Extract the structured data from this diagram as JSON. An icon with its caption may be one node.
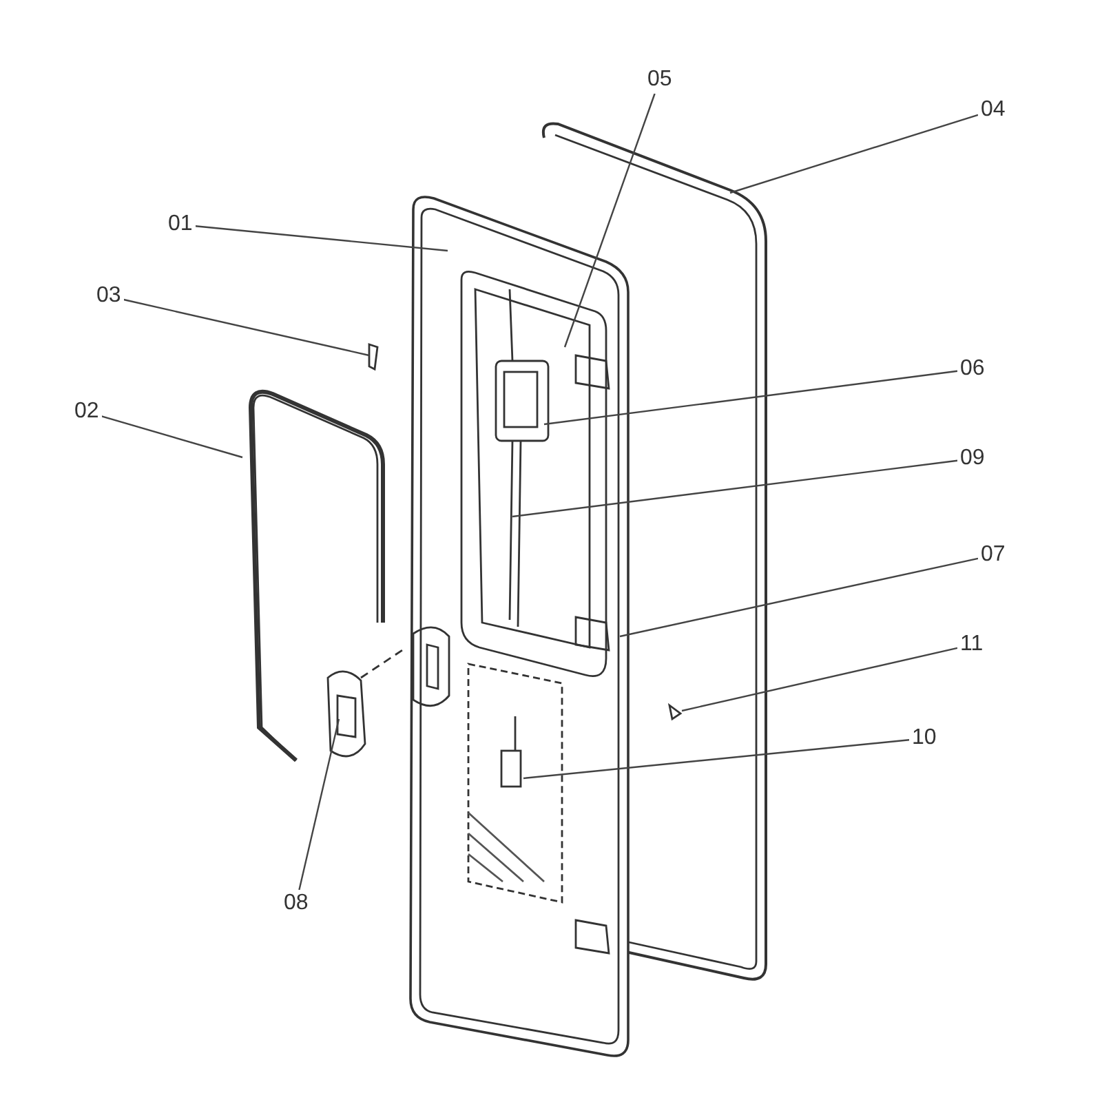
{
  "diagram": {
    "nodes": [
      {
        "text": [
          "05"
        ]
      },
      {
        "text": [
          "04"
        ]
      },
      {
        "text": [
          "01"
        ]
      },
      {
        "text": [
          "03"
        ]
      },
      {
        "text": [
          "06"
        ]
      },
      {
        "text": [
          "02"
        ]
      },
      {
        "text": [
          "09"
        ]
      },
      {
        "text": [
          "07"
        ]
      },
      {
        "text": [
          "11"
        ]
      },
      {
        "text": [
          "10"
        ]
      },
      {
        "text": [
          "08"
        ]
      }
    ],
    "edges": [
      {
        "from": 0,
        "to": null,
        "arrow": "none"
      },
      {
        "from": 1,
        "to": null,
        "arrow": "none"
      },
      {
        "from": 2,
        "to": null,
        "arrow": "none"
      },
      {
        "from": 3,
        "to": null,
        "arrow": "none"
      },
      {
        "from": 4,
        "to": null,
        "arrow": "none"
      },
      {
        "from": 5,
        "to": null,
        "arrow": "none"
      },
      {
        "from": 6,
        "to": null,
        "arrow": "none"
      },
      {
        "from": 7,
        "to": null,
        "arrow": "none"
      },
      {
        "from": 8,
        "to": null,
        "arrow": "none"
      },
      {
        "from": 9,
        "to": null,
        "arrow": "none"
      },
      {
        "from": 10,
        "to": null,
        "arrow": "none"
      }
    ]
  }
}
